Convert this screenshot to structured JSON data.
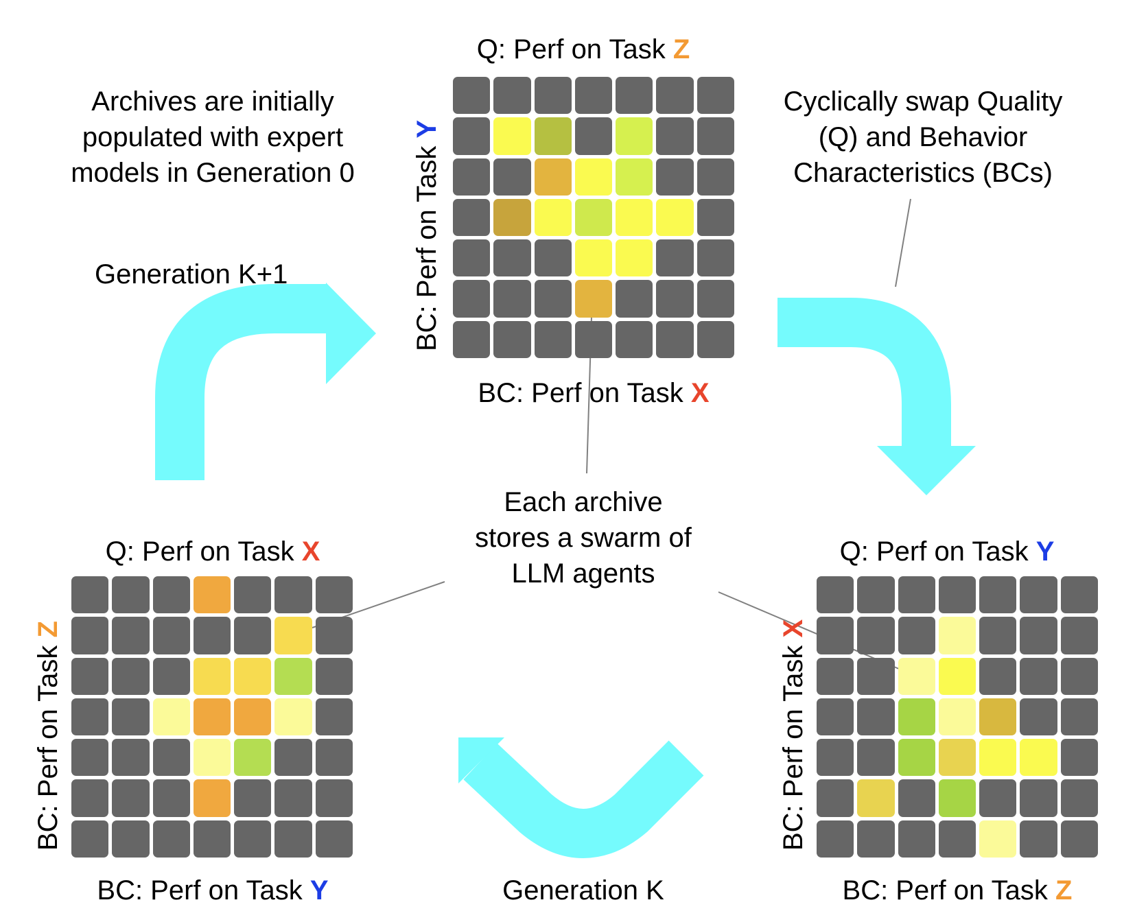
{
  "colors": {
    "empty": "#666666",
    "arrow": "#75FBFD",
    "leader_line": "#808080",
    "task_x": "#E8452C",
    "task_y": "#1C3DE5",
    "task_z": "#F39A33"
  },
  "notes": {
    "initial": [
      "Archives are initially",
      "populated with expert",
      "models in Generation 0"
    ],
    "swap": [
      "Cyclically swap Quality",
      "(Q) and Behavior",
      "Characteristics (BCs)"
    ],
    "swarm": [
      "Each archive",
      "stores a swarm of",
      "LLM agents"
    ]
  },
  "generations": {
    "next": "Generation K+1",
    "current": "Generation K"
  },
  "archives": {
    "top": {
      "q_prefix": "Q: Perf on Task ",
      "q_task": "Z",
      "bc_x_prefix": "BC: Perf on Task ",
      "bc_x_task": "X",
      "bc_y_prefix": "BC: Perf on Task ",
      "bc_y_task": "Y",
      "cells": [
        [
          "#666666",
          "#666666",
          "#666666",
          "#666666",
          "#666666",
          "#666666",
          "#666666"
        ],
        [
          "#666666",
          "#FAFA50",
          "#B5C041",
          "#666666",
          "#D6F04F",
          "#666666",
          "#666666"
        ],
        [
          "#666666",
          "#666666",
          "#E3B43F",
          "#FAFA50",
          "#D6F04F",
          "#666666",
          "#666666"
        ],
        [
          "#666666",
          "#C7A43C",
          "#FAFA50",
          "#CFE94D",
          "#FAFA50",
          "#FAFA50",
          "#666666"
        ],
        [
          "#666666",
          "#666666",
          "#666666",
          "#FAFA50",
          "#FAFA50",
          "#666666",
          "#666666"
        ],
        [
          "#666666",
          "#666666",
          "#666666",
          "#E3B43F",
          "#666666",
          "#666666",
          "#666666"
        ],
        [
          "#666666",
          "#666666",
          "#666666",
          "#666666",
          "#666666",
          "#666666",
          "#666666"
        ]
      ]
    },
    "left": {
      "q_prefix": "Q: Perf on Task ",
      "q_task": "X",
      "bc_x_prefix": "BC: Perf on Task ",
      "bc_x_task": "Y",
      "bc_y_prefix": "BC: Perf on Task ",
      "bc_y_task": "Z",
      "cells": [
        [
          "#666666",
          "#666666",
          "#666666",
          "#F0A83F",
          "#666666",
          "#666666",
          "#666666"
        ],
        [
          "#666666",
          "#666666",
          "#666666",
          "#666666",
          "#666666",
          "#F7DB50",
          "#666666"
        ],
        [
          "#666666",
          "#666666",
          "#666666",
          "#F7DB50",
          "#F7DB50",
          "#B4DD52",
          "#666666"
        ],
        [
          "#666666",
          "#666666",
          "#FBFA99",
          "#F0A83F",
          "#F0A83F",
          "#FBFA99",
          "#666666"
        ],
        [
          "#666666",
          "#666666",
          "#666666",
          "#FBFA99",
          "#B4DD52",
          "#666666",
          "#666666"
        ],
        [
          "#666666",
          "#666666",
          "#666666",
          "#F0A83F",
          "#666666",
          "#666666",
          "#666666"
        ],
        [
          "#666666",
          "#666666",
          "#666666",
          "#666666",
          "#666666",
          "#666666",
          "#666666"
        ]
      ]
    },
    "right": {
      "q_prefix": "Q: Perf on Task ",
      "q_task": "Y",
      "bc_x_prefix": "BC: Perf on Task ",
      "bc_x_task": "Z",
      "bc_y_prefix": "BC: Perf on Task ",
      "bc_y_task": "X",
      "cells": [
        [
          "#666666",
          "#666666",
          "#666666",
          "#666666",
          "#666666",
          "#666666",
          "#666666"
        ],
        [
          "#666666",
          "#666666",
          "#666666",
          "#FBFA99",
          "#666666",
          "#666666",
          "#666666"
        ],
        [
          "#666666",
          "#666666",
          "#FBFA99",
          "#FAFA50",
          "#666666",
          "#666666",
          "#666666"
        ],
        [
          "#666666",
          "#666666",
          "#A6D545",
          "#FBFA99",
          "#D8B83F",
          "#666666",
          "#666666"
        ],
        [
          "#666666",
          "#666666",
          "#A6D545",
          "#E8D350",
          "#FAFA50",
          "#FAFA50",
          "#666666"
        ],
        [
          "#666666",
          "#E8D350",
          "#666666",
          "#A6D545",
          "#666666",
          "#666666",
          "#666666"
        ],
        [
          "#666666",
          "#666666",
          "#666666",
          "#666666",
          "#FBFA99",
          "#666666",
          "#666666"
        ]
      ]
    }
  }
}
